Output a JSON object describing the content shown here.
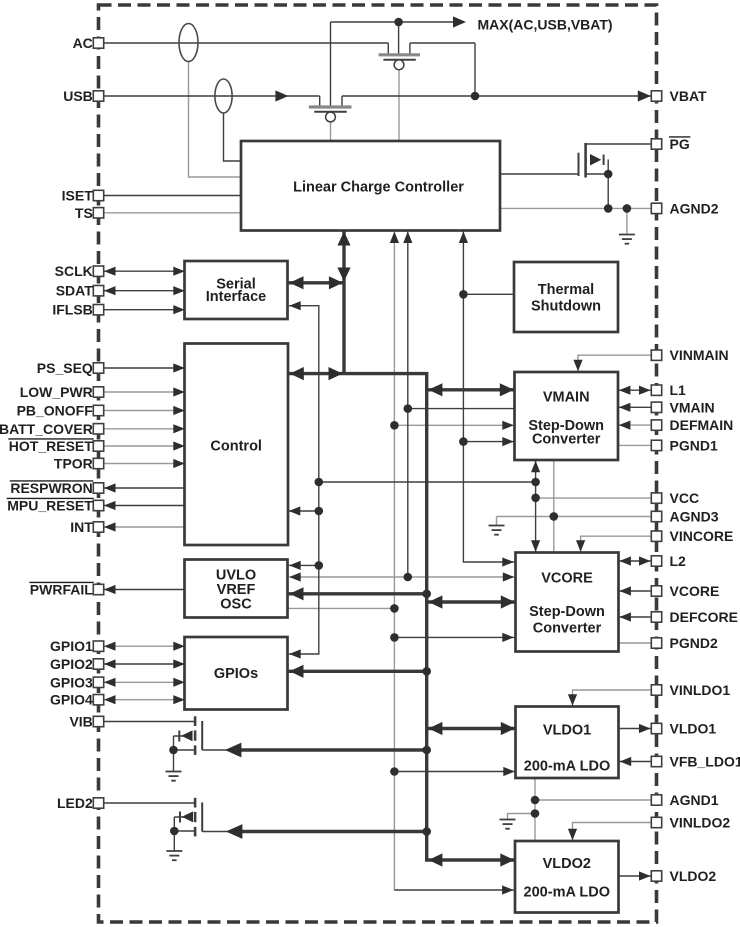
{
  "diagram": {
    "kind": "ic-functional-block-diagram",
    "top_output_label": "MAX(AC,USB,VBAT)",
    "colors": {
      "line_dark": "#3f3f41",
      "line_gray": "#98999c",
      "line_thick": "#39393b",
      "text": "#231f20",
      "block_fill": "#ffffff",
      "background": "#ffffff"
    },
    "blocks": {
      "lcc": {
        "lines": [
          "Linear Charge Controller"
        ]
      },
      "serial": {
        "lines": [
          "Serial",
          "Interface"
        ]
      },
      "thermal": {
        "lines": [
          "Thermal",
          "Shutdown"
        ]
      },
      "control": {
        "lines": [
          "Control"
        ]
      },
      "uvlo": {
        "lines": [
          "UVLO",
          "VREF",
          "OSC"
        ]
      },
      "gpios": {
        "lines": [
          "GPIOs"
        ]
      },
      "vmain": {
        "lines": [
          "VMAIN",
          "Step-Down",
          "Converter"
        ]
      },
      "vcore": {
        "lines": [
          "VCORE",
          "Step-Down",
          "Converter"
        ]
      },
      "vldo1": {
        "lines": [
          "VLDO1",
          "200-mA LDO"
        ]
      },
      "vldo2": {
        "lines": [
          "VLDO2",
          "200-mA LDO"
        ]
      }
    },
    "pins": {
      "left": [
        {
          "label": "AC",
          "overline": false
        },
        {
          "label": "USB",
          "overline": false
        },
        {
          "label": "ISET",
          "overline": false
        },
        {
          "label": "TS",
          "overline": false
        },
        {
          "label": "SCLK",
          "overline": false
        },
        {
          "label": "SDAT",
          "overline": false
        },
        {
          "label": "IFLSB",
          "overline": false
        },
        {
          "label": "PS_SEQ",
          "overline": false
        },
        {
          "label": "LOW_PWR",
          "overline": false
        },
        {
          "label": "PB_ONOFF",
          "overline": false
        },
        {
          "label": "BATT_COVER",
          "overline": false
        },
        {
          "label": "HOT_RESET",
          "overline": true
        },
        {
          "label": "TPOR",
          "overline": false
        },
        {
          "label": "RESPWRON",
          "overline": true
        },
        {
          "label": "MPU_RESET",
          "overline": true
        },
        {
          "label": "INT",
          "overline": false
        },
        {
          "label": "PWRFAIL",
          "overline": true
        },
        {
          "label": "GPIO1",
          "overline": false
        },
        {
          "label": "GPIO2",
          "overline": false
        },
        {
          "label": "GPIO3",
          "overline": false
        },
        {
          "label": "GPIO4",
          "overline": false
        },
        {
          "label": "VIB",
          "overline": false
        },
        {
          "label": "LED2",
          "overline": false
        }
      ],
      "right": [
        {
          "label": "VBAT",
          "overline": false
        },
        {
          "label": "PG",
          "overline": true
        },
        {
          "label": "AGND2",
          "overline": false
        },
        {
          "label": "VINMAIN",
          "overline": false
        },
        {
          "label": "L1",
          "overline": false
        },
        {
          "label": "VMAIN",
          "overline": false
        },
        {
          "label": "DEFMAIN",
          "overline": false
        },
        {
          "label": "PGND1",
          "overline": false
        },
        {
          "label": "VCC",
          "overline": false
        },
        {
          "label": "AGND3",
          "overline": false
        },
        {
          "label": "VINCORE",
          "overline": false
        },
        {
          "label": "L2",
          "overline": false
        },
        {
          "label": "VCORE",
          "overline": false
        },
        {
          "label": "DEFCORE",
          "overline": false
        },
        {
          "label": "PGND2",
          "overline": false
        },
        {
          "label": "VINLDO1",
          "overline": false
        },
        {
          "label": "VLDO1",
          "overline": false
        },
        {
          "label": "VFB_LDO1",
          "overline": false
        },
        {
          "label": "AGND1",
          "overline": false
        },
        {
          "label": "VINLDO2",
          "overline": false
        },
        {
          "label": "VLDO2",
          "overline": false
        }
      ]
    }
  }
}
